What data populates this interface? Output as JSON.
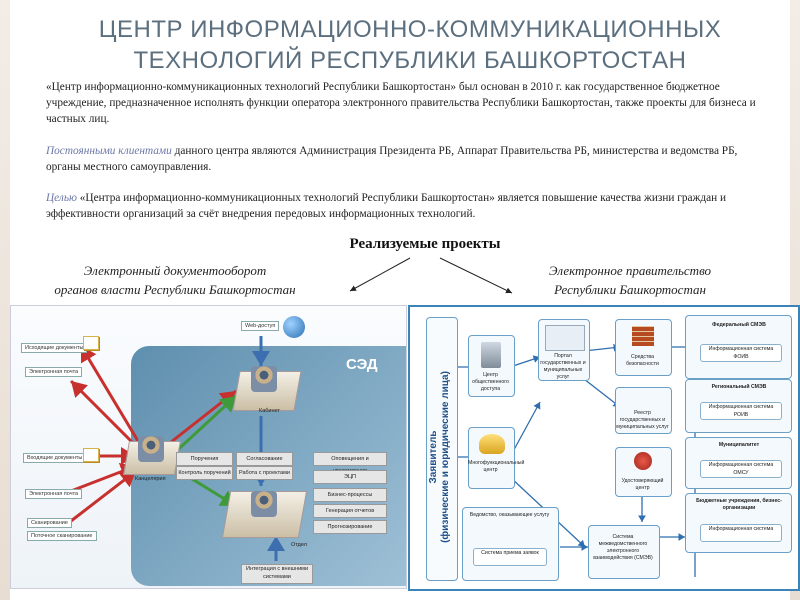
{
  "title": {
    "line1": "ЦЕНТР ИНФОРМАЦИОННО-КОММУНИКАЦИОННЫХ",
    "line2": "ТЕХНОЛОГИЙ РЕСПУБЛИКИ БАШКОРТОСТАН"
  },
  "intro": {
    "p1": "«Центр информационно-коммуникационных технологий Республики Башкортостан» был основан в 2010 г. как государственное бюджетное учреждение, предназначенное исполнять функции оператора электронного правительства Республики Башкортостан, также проекты для бизнеса и частных лиц.",
    "p2_highlight": "Постоянными клиентами",
    "p2_rest": " данного центра являются Администрация Президента РБ, Аппарат Правительства РБ, министерства и ведомства РБ, органы местного самоуправления.",
    "p3_highlight": "Целью",
    "p3_rest": " «Центра информационно-коммуникационных технологий Республики Башкортостан» является повышение качества жизни граждан и эффективности организаций за счёт внедрения передовых информационных технологий."
  },
  "projects": {
    "heading": "Реализуемые проекты",
    "left_line1": "Электронный документооборот",
    "left_line2": "органов власти Республики Башкортостан",
    "right_line1": "Электронное правительство",
    "right_line2": "Республики Башкортостан"
  },
  "left_diagram": {
    "sed": "СЭД",
    "web": "Web-доступ",
    "outgoing": "Исходящие документы",
    "email_top": "Электронная почта",
    "incoming": "Входящие документы",
    "email_bottom": "Электронная почта",
    "scan": "Сканирование",
    "stream_scan": "Поточное сканирование",
    "cabinet": "Кабинет",
    "office": "Канцелярия",
    "dept": "Отдел",
    "orders": "Поручения",
    "agreement": "Согласование",
    "control": "Контроль поручений",
    "projects_work": "Работа с проектами",
    "notify": "Оповещения и уведомления",
    "ecp": "ЭЦП",
    "business": "Бизнес-процессы",
    "reports": "Генерация отчетов",
    "forecast": "Прогнозирование",
    "integration": "Интеграция с внешними системами"
  },
  "right_diagram": {
    "applicant": "Заявитель",
    "applicant_sub": "(физические и юридические лица)",
    "public_access": "Центр общественного доступа",
    "portal": "Портал государственных и муниципальных услуг",
    "security": "Средства безопасности",
    "registry": "Реестр государственных и муниципальных услуг",
    "mfc": "Многофункциональный центр",
    "ca": "Удостоверяющий центр",
    "dept_system": "Ведомство, оказывающее услугу",
    "intake": "Система приема заявок",
    "smev_sys": "Система межведомственного электронного взаимодействия (СМЭВ)",
    "fed_smev": "Федеральный СМЭВ",
    "foiv": "Информационная система ФОИВ",
    "reg_smev": "Региональный СМЭВ",
    "roiv": "Информационная система РОИВ",
    "mun": "Муниципалитет",
    "omsu": "Информационная система ОМСУ",
    "budget": "Бюджетные учреждения, бизнес-организации",
    "info_sys": "Информационная система"
  }
}
